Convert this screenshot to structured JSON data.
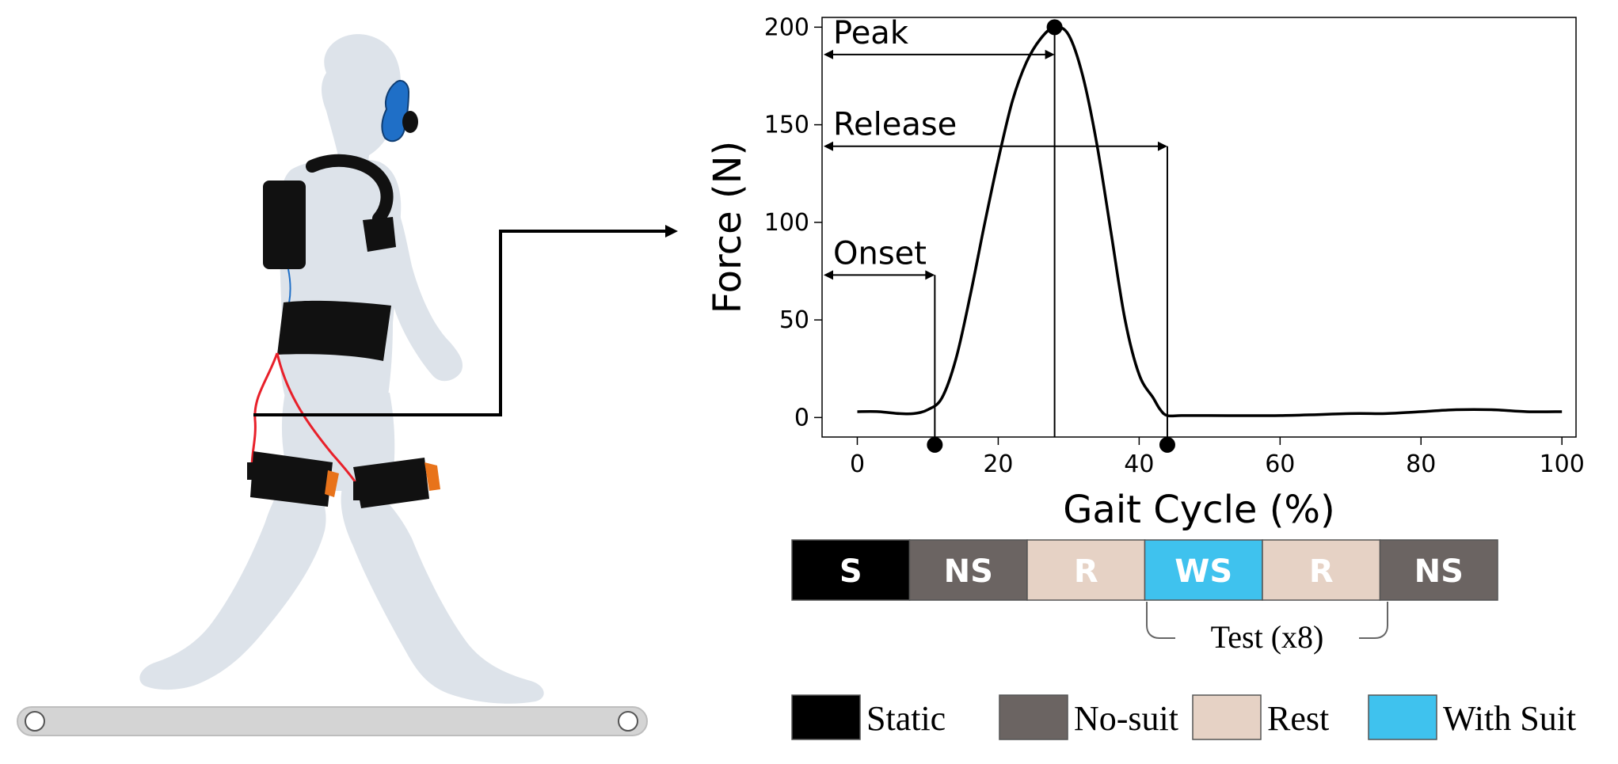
{
  "colors": {
    "body": "#dde3ea",
    "mask": "#1f6fc7",
    "cable": "#e8202a",
    "actuator": "#e8731a",
    "static": "#000000",
    "no_suit": "#6b6462",
    "rest": "#e6d2c5",
    "with_suit": "#3fc2ee",
    "treadmill": "#d4d4d4"
  },
  "chart_data": {
    "type": "line",
    "xlabel": "Gait Cycle (%)",
    "ylabel": "Force (N)",
    "xlim": [
      -5,
      102
    ],
    "ylim": [
      -10,
      205
    ],
    "x_ticks": [
      0,
      20,
      40,
      60,
      80,
      100
    ],
    "y_ticks": [
      0,
      50,
      100,
      150,
      200
    ],
    "grid": false,
    "series": [
      {
        "x": [
          0,
          3,
          6,
          8,
          10,
          12,
          14,
          16,
          18,
          20,
          22,
          24,
          26,
          28,
          30,
          32,
          34,
          36,
          38,
          40,
          42,
          43,
          44,
          46,
          50,
          60,
          70,
          75,
          80,
          85,
          90,
          95,
          100
        ],
        "y": [
          3,
          3,
          2,
          2,
          4,
          10,
          30,
          62,
          98,
          132,
          162,
          182,
          194,
          200,
          196,
          175,
          140,
          95,
          50,
          22,
          10,
          4,
          1,
          1,
          1,
          1,
          2,
          2,
          3,
          4,
          4,
          3,
          3
        ]
      }
    ],
    "annotations": [
      {
        "label": "Onset",
        "x": 11,
        "y_line": 73
      },
      {
        "label": "Peak",
        "x": 28,
        "y_line": 186
      },
      {
        "label": "Release",
        "x": 44,
        "y_line": 139
      }
    ],
    "markers": [
      {
        "x": 11,
        "y": -14
      },
      {
        "x": 28,
        "y": 200
      },
      {
        "x": 44,
        "y": -14
      }
    ]
  },
  "protocol": {
    "blocks": [
      {
        "label": "S",
        "kind": "static"
      },
      {
        "label": "NS",
        "kind": "no_suit"
      },
      {
        "label": "R",
        "kind": "rest"
      },
      {
        "label": "WS",
        "kind": "with_suit"
      },
      {
        "label": "R",
        "kind": "rest"
      },
      {
        "label": "NS",
        "kind": "no_suit"
      }
    ],
    "bracket_label": "Test (x8)"
  },
  "legend": [
    {
      "label": "Static",
      "kind": "static"
    },
    {
      "label": "No-suit",
      "kind": "no_suit"
    },
    {
      "label": "Rest",
      "kind": "rest"
    },
    {
      "label": "With Suit",
      "kind": "with_suit"
    }
  ]
}
